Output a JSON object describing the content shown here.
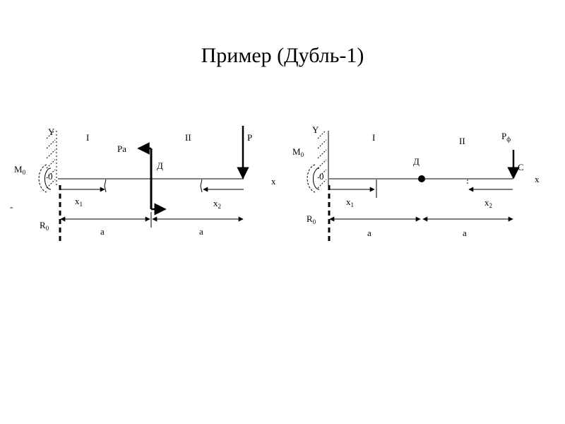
{
  "title": "Пример (Дубль-1)",
  "colors": {
    "ink": "#000000",
    "background": "#ffffff"
  },
  "left_diagram": {
    "y_axis": "Y",
    "x_axis": "x",
    "section_1": "I",
    "section_2": "II",
    "force_p": "P",
    "force_pa": "Pa",
    "point_d": "Д",
    "moment": "M",
    "moment_sub": "0",
    "origin": "0",
    "reaction": "R",
    "reaction_sub": "0",
    "minus": "-",
    "x1": "x",
    "x1_sub": "1",
    "x2": "x",
    "x2_sub": "2",
    "dim_a1": "a",
    "dim_a2": "a"
  },
  "right_diagram": {
    "y_axis": "Y",
    "x_axis": "x",
    "section_1": "I",
    "section_2": "II",
    "force_p": "P",
    "force_p_sub": "ф",
    "point_d": "Д",
    "point_c": "C",
    "moment": "M",
    "moment_sub": "0",
    "origin": "0",
    "reaction": "R",
    "reaction_sub": "0",
    "x1": "x",
    "x1_sub": "1",
    "x2": "x",
    "x2_sub": "2",
    "dim_a1": "a",
    "dim_a2": "a"
  }
}
